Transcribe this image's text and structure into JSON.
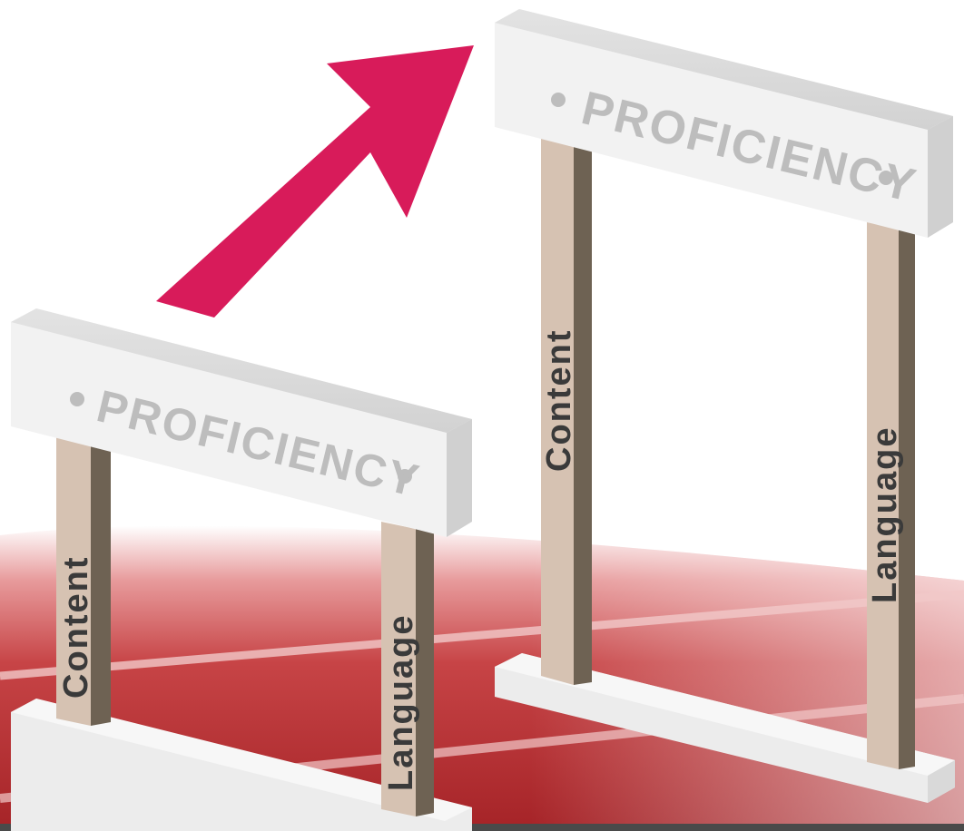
{
  "small_hurdle": {
    "bar_label": "PROFICIENCY",
    "left_post_label": "Content",
    "right_post_label": "Language"
  },
  "large_hurdle": {
    "bar_label": "PROFICIENCY",
    "left_post_label": "Content",
    "right_post_label": "Language"
  },
  "arrow": {
    "color": "#d81b5a",
    "direction": "up-right"
  },
  "colors": {
    "track": "#c0393b",
    "bar": "#f2f2f2",
    "post_light": "#d6c2b2",
    "post_dark": "#6e6253"
  }
}
